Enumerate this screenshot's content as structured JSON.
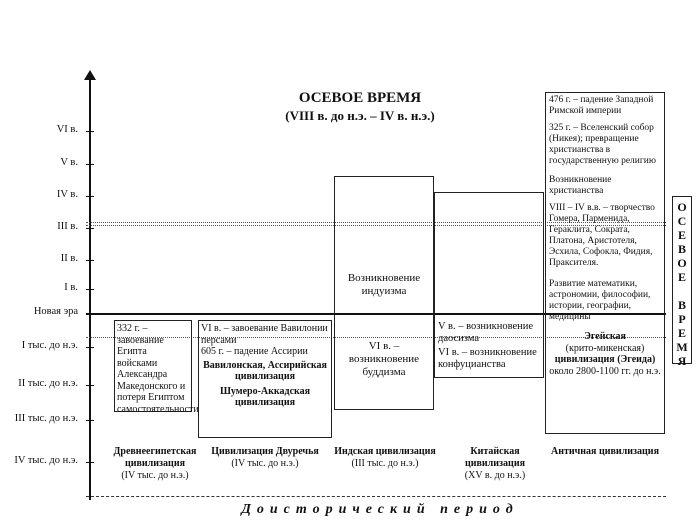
{
  "title": {
    "line1": "ОСЕВОЕ ВРЕМЯ",
    "line2": "(VIII в. до н.э. – IV в. н.э.)"
  },
  "axis_labels": [
    "VI в.",
    "V в.",
    "IV в.",
    "III в.",
    "II в.",
    "I в.",
    "Новая эра",
    "I тыс. до н.э.",
    "II тыс. до н.э.",
    "III тыс. до н.э.",
    "IV тыс. до н.э."
  ],
  "egypt": {
    "text": "332 г. – завоевание Египта войсками Александра Македонского и потеря Египтом самостоятельности",
    "civ": "Древнеегипетская цивилизация",
    "civ_period": "(IV тыс. до н.э.)"
  },
  "mesopotamia": {
    "text1": "VI в. – завоевание Вавилонии персами",
    "text2": "605 г. – падение Ассирии",
    "text3": "Вавилонская, Ассирийская цивилизация",
    "text4": "Шумеро-Аккадская цивилизация",
    "civ": "Цивилизация Двуречья",
    "civ_period": "(IV тыс. до н.э.)"
  },
  "india": {
    "hinduism": "Возникновение индуизма",
    "buddhism": "VI в. – возникновение буддизма",
    "civ": "Индская цивилизация",
    "civ_period": "(III тыс. до н.э.)"
  },
  "china": {
    "daoism": "V в. – возникновение даосизма",
    "confucianism": "VI в. – возникновение конфуцианства",
    "civ": "Китайская цивилизация",
    "civ_period": "(XV в. до н.э.)"
  },
  "antique": {
    "t1": "476 г. – падение Западной Римской империи",
    "t2": "325 г. – Вселенский собор (Никея); превращение христианства в государственную религию",
    "t3": "Возникновение христианства",
    "t4": "VIII – IV в.в. – творчество Гомера, Парменида, Гераклита, Сократа, Платона, Аристотеля, Эсхила, Софокла, Фидия, Праксителя.",
    "t5": "Развитие математики, астрономии, философии, истории, географии, медицины",
    "t6": "Эгейская",
    "t7": "(крито-микенская)",
    "t8": "цивилизация (Эгеида)",
    "t9": "около 2800-1100 гг. до н.э.",
    "civ": "Античная цивилизация"
  },
  "side_label": "ОСЕВОЕ ВРЕМЯ",
  "bottom": "Доисторический период"
}
